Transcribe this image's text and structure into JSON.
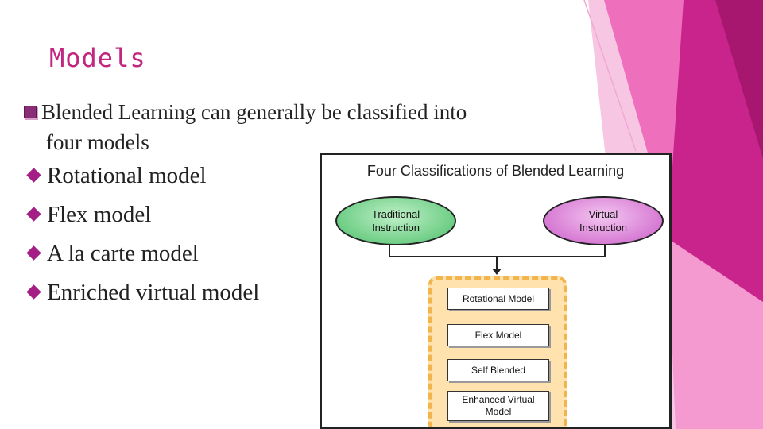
{
  "slide": {
    "title": "Models",
    "intro_line1": "Blended Learning can generally be classified into",
    "intro_line2": "four models",
    "bullets": [
      "Rotational model",
      "Flex model",
      "A la carte model",
      "Enriched virtual model"
    ]
  },
  "figure": {
    "title": "Four Classifications of Blended Learning",
    "left_node": {
      "line1": "Traditional",
      "line2": "Instruction"
    },
    "right_node": {
      "line1": "Virtual",
      "line2": "Instruction"
    },
    "models": [
      {
        "line1": "Rotational Model",
        "line2": ""
      },
      {
        "line1": "Flex Model",
        "line2": ""
      },
      {
        "line1": "Self Blended",
        "line2": ""
      },
      {
        "line1": "Enhanced Virtual",
        "line2": "Model"
      }
    ]
  },
  "colors": {
    "title": "#c2277f",
    "accent_pink": "#e3469f",
    "accent_magenta": "#c01f84",
    "bullet": "#a41e86",
    "traditional_fill": "#6fce86",
    "virtual_fill": "#d77bd4",
    "models_fill": "#ffe2ad",
    "models_border": "#f2b44c"
  }
}
